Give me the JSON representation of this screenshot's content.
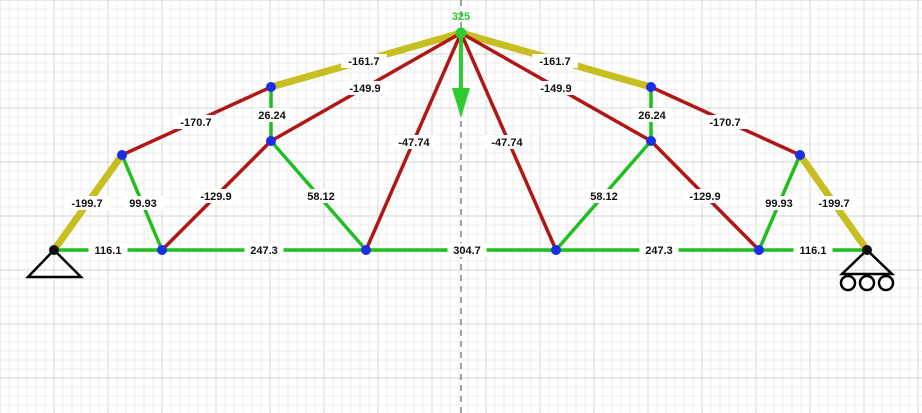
{
  "colors": {
    "background": "#ffffff",
    "grid_minor": "#ececec",
    "grid_major": "#d4d4d4",
    "tension": "#1fbf1f",
    "compression": "#b01717",
    "chord_compression": "#c7bf1f",
    "node": "#1a2ee6",
    "support_node": "#111111",
    "load": "#2ecc2e",
    "centerline": "#666666",
    "support": "#000000"
  },
  "load": {
    "value": "325",
    "direction": "down",
    "node": "apex"
  },
  "supports": {
    "left": "pin",
    "right": "roller"
  },
  "members": [
    {
      "id": "bottom-1",
      "force": "116.1",
      "state": "tension"
    },
    {
      "id": "bottom-2",
      "force": "247.3",
      "state": "tension"
    },
    {
      "id": "bottom-3",
      "force": "304.7",
      "state": "tension"
    },
    {
      "id": "bottom-4",
      "force": "247.3",
      "state": "tension"
    },
    {
      "id": "bottom-5",
      "force": "116.1",
      "state": "tension"
    },
    {
      "id": "top-left-1",
      "force": "-199.7",
      "state": "chord_compression"
    },
    {
      "id": "top-left-2",
      "force": "-170.7",
      "state": "compression"
    },
    {
      "id": "top-left-3",
      "force": "-161.7",
      "state": "chord_compression"
    },
    {
      "id": "top-right-3",
      "force": "-161.7",
      "state": "chord_compression"
    },
    {
      "id": "top-right-2",
      "force": "-170.7",
      "state": "compression"
    },
    {
      "id": "top-right-1",
      "force": "-199.7",
      "state": "chord_compression"
    },
    {
      "id": "web-left-a",
      "force": "99.93",
      "state": "tension"
    },
    {
      "id": "web-left-b",
      "force": "-129.9",
      "state": "compression"
    },
    {
      "id": "web-left-c",
      "force": "26.24",
      "state": "tension"
    },
    {
      "id": "web-left-d",
      "force": "58.12",
      "state": "tension"
    },
    {
      "id": "web-left-e",
      "force": "-149.9",
      "state": "compression"
    },
    {
      "id": "web-left-f",
      "force": "-47.74",
      "state": "compression"
    },
    {
      "id": "web-right-f",
      "force": "-47.74",
      "state": "compression"
    },
    {
      "id": "web-right-e",
      "force": "-149.9",
      "state": "compression"
    },
    {
      "id": "web-right-d",
      "force": "58.12",
      "state": "tension"
    },
    {
      "id": "web-right-c",
      "force": "26.24",
      "state": "tension"
    },
    {
      "id": "web-right-b",
      "force": "-129.9",
      "state": "compression"
    },
    {
      "id": "web-right-a",
      "force": "99.93",
      "state": "tension"
    }
  ]
}
